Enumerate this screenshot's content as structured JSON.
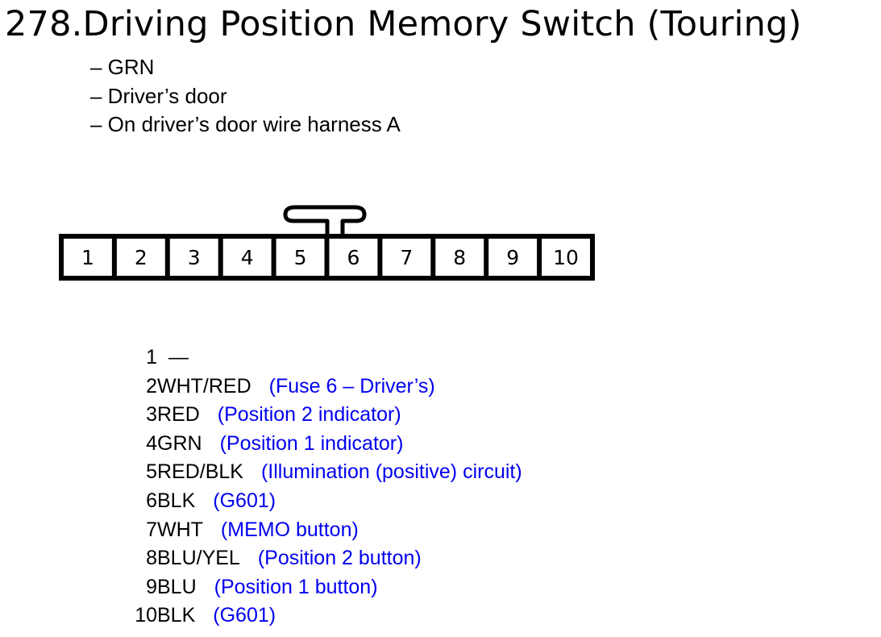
{
  "title": "278.Driving Position Memory Switch (Touring)",
  "details": [
    "– GRN",
    "– Driver’s door",
    "– On driver’s door wire harness A"
  ],
  "connector": {
    "cavities": [
      "1",
      "2",
      "3",
      "4",
      "5",
      "6",
      "7",
      "8",
      "9",
      "10"
    ]
  },
  "pins": [
    {
      "num": "1",
      "wire": "",
      "dash": "—",
      "desc": ""
    },
    {
      "num": "2",
      "wire": "WHT/RED",
      "dash": "",
      "desc": "(Fuse 6 – Driver’s)"
    },
    {
      "num": "3",
      "wire": "RED",
      "dash": "",
      "desc": "(Position 2 indicator)"
    },
    {
      "num": "4",
      "wire": "GRN",
      "dash": "",
      "desc": "(Position 1 indicator)"
    },
    {
      "num": "5",
      "wire": "RED/BLK",
      "dash": "",
      "desc": "(Illumination (positive) circuit)"
    },
    {
      "num": "6",
      "wire": "BLK",
      "dash": "",
      "desc": "(G601)"
    },
    {
      "num": "7",
      "wire": "WHT",
      "dash": "",
      "desc": "(MEMO button)"
    },
    {
      "num": "8",
      "wire": "BLU/YEL",
      "dash": "",
      "desc": "(Position 2 button)"
    },
    {
      "num": "9",
      "wire": "BLU",
      "dash": "",
      "desc": "(Position 1 button)"
    },
    {
      "num": "10",
      "wire": "BLK",
      "dash": "",
      "desc": "(G601)"
    }
  ],
  "colors": {
    "description_text": "#0000ee",
    "body_text": "#000000"
  }
}
